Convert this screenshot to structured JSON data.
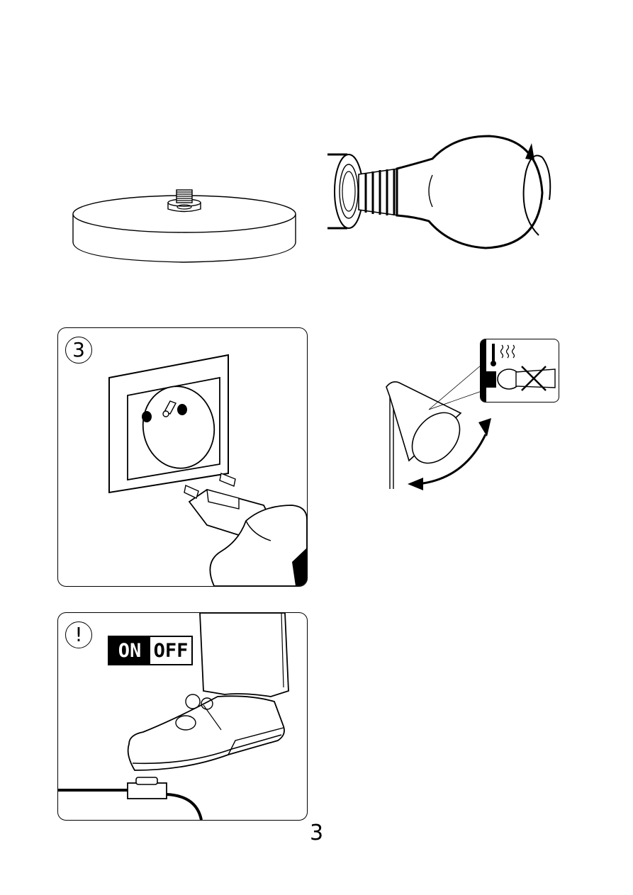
{
  "panels": {
    "plug_step": {
      "step_number": "3"
    },
    "switch_step": {
      "warning_mark": "!",
      "switch_on_label": "ON",
      "switch_off_label": "OFF"
    }
  },
  "icons": {
    "base": "lamp-base-with-threaded-stud",
    "bulb": "light-bulb-screw-in",
    "rotate": "rotate-arrow",
    "heat_warning": "hot-bulb-do-not-touch",
    "plug": "plug-into-socket",
    "foot_switch": "foot-switch"
  },
  "colors": {
    "ink": "#000000",
    "paper": "#ffffff",
    "bulb_glass": "#ffffff"
  },
  "page_number": "3"
}
